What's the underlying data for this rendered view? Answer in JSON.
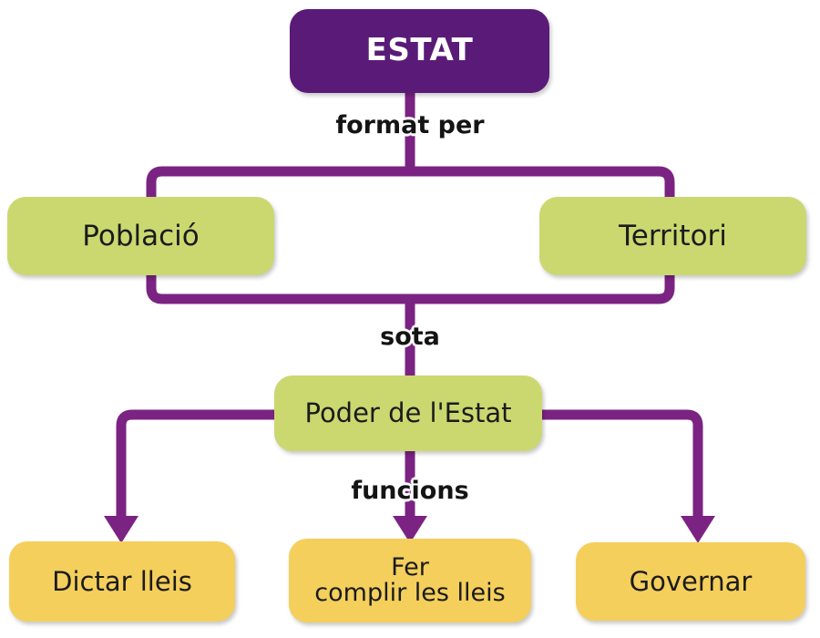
{
  "diagram": {
    "title_node": {
      "label": "ESTAT"
    },
    "level2": [
      {
        "label": "Població"
      },
      {
        "label": "Territori"
      }
    ],
    "level3": {
      "label": "Poder de l'Estat"
    },
    "level4": [
      {
        "label": "Dictar lleis"
      },
      {
        "label": "Fer\ncomplir les lleis",
        "line1": "Fer",
        "line2": "complir les lleis"
      },
      {
        "label": "Governar"
      }
    ],
    "edge_labels": {
      "formed_by": "format per",
      "under": "sota",
      "functions": "funcions"
    },
    "colors": {
      "root_purple": "#5a1b78",
      "connector_purple": "#7b2382",
      "green": "#cbd870",
      "yellow": "#f4cf5c",
      "text_dark": "#1b1b1b",
      "text_light": "#ffffff",
      "background": "#ffffff"
    }
  }
}
